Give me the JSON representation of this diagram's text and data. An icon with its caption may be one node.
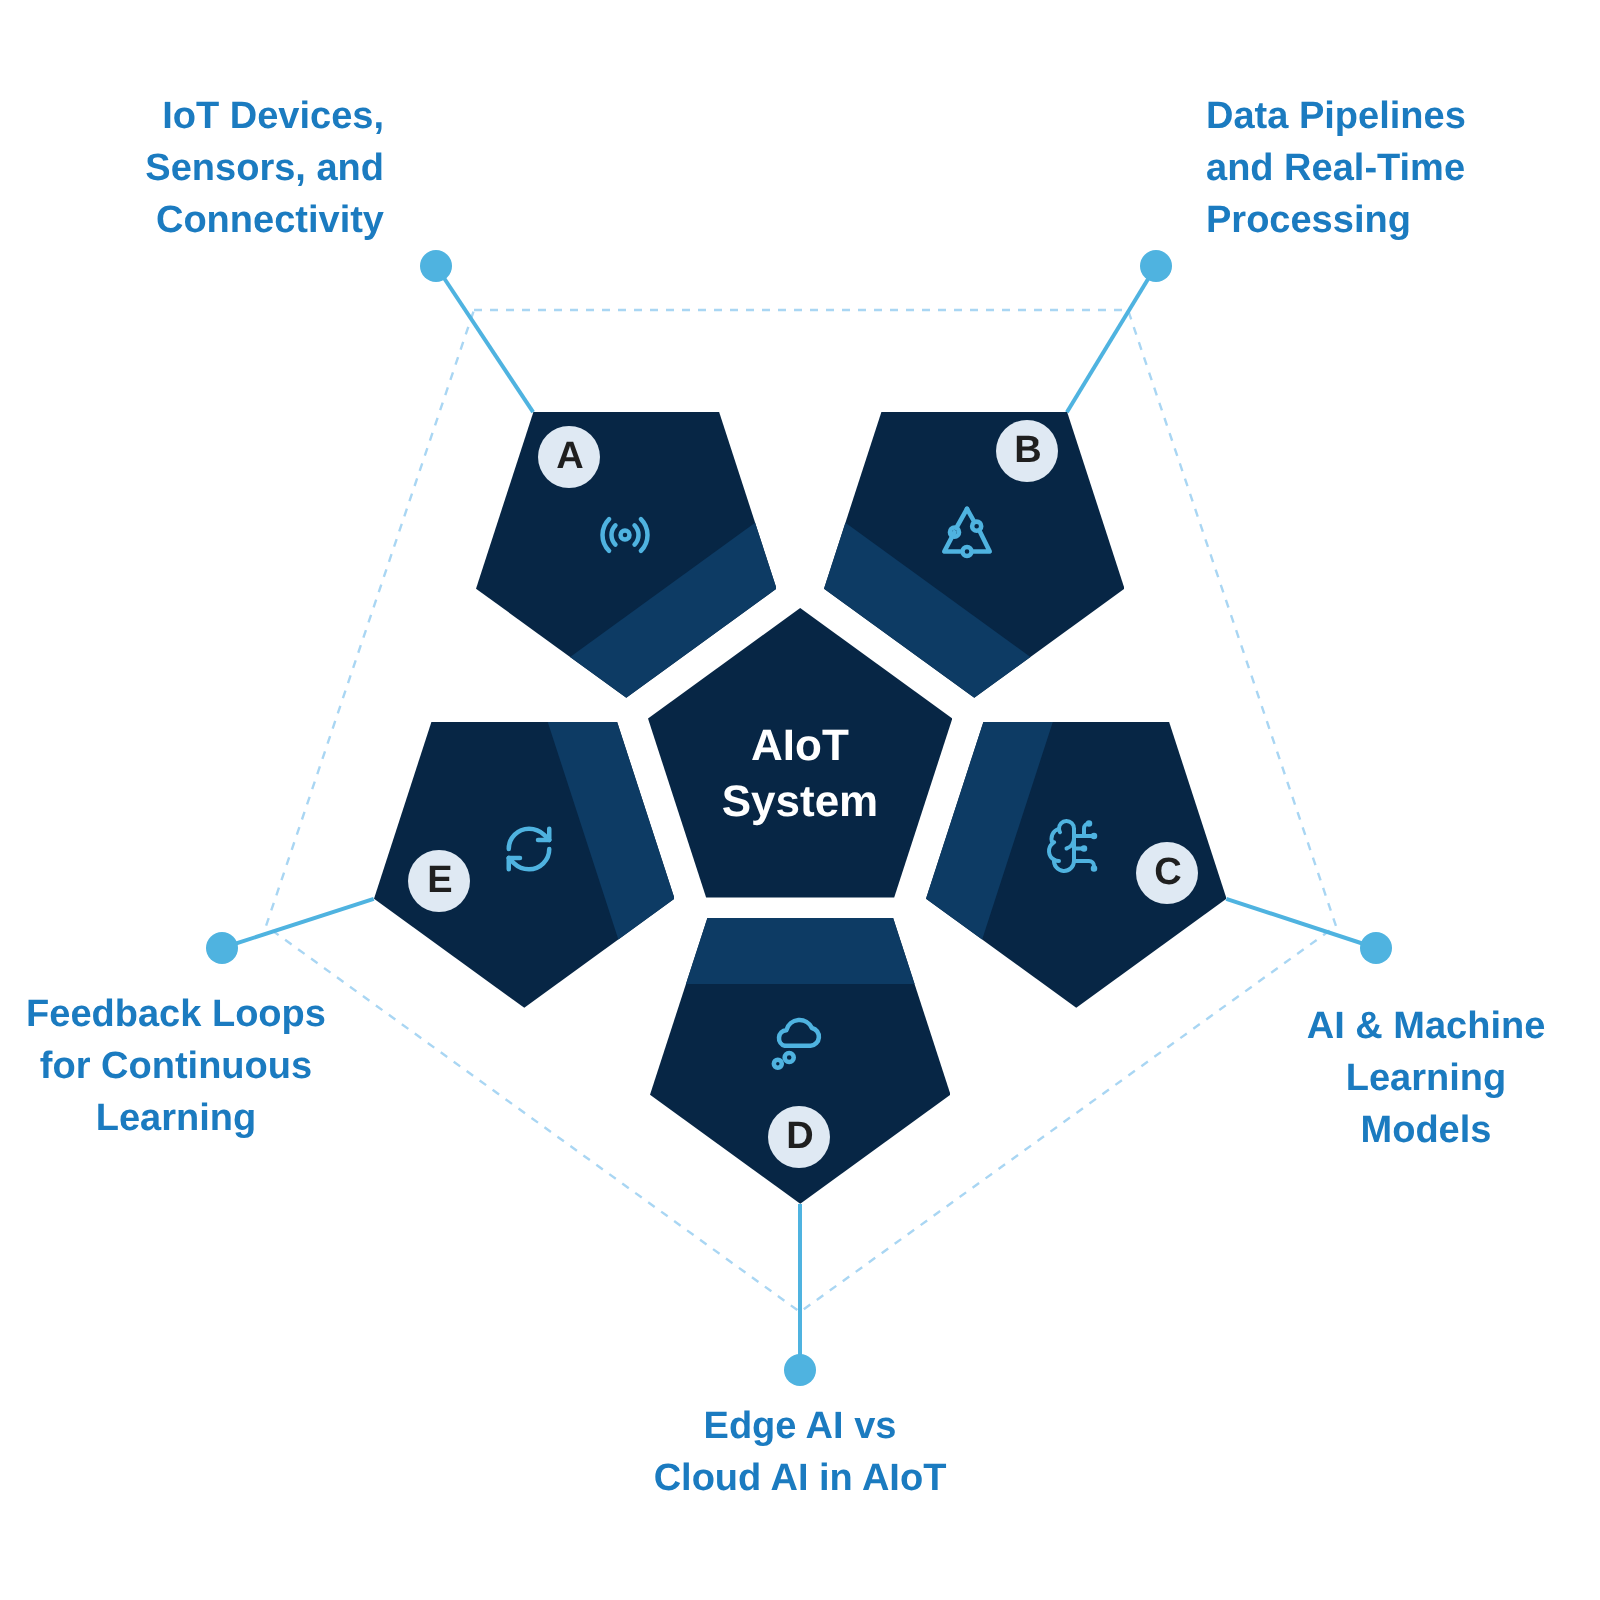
{
  "diagram": {
    "nodes": [
      {
        "text": [
          "AIoT System"
        ]
      },
      {
        "text": [
          "A"
        ]
      },
      {
        "text": [
          "B"
        ]
      },
      {
        "text": [
          "C"
        ]
      },
      {
        "text": [
          "D"
        ]
      },
      {
        "text": [
          "E"
        ]
      },
      {
        "text": [
          "IoT Devices, Sensors, and Connectivity"
        ]
      },
      {
        "text": [
          "Data Pipelines and Real-Time Processing"
        ]
      },
      {
        "text": [
          "AI & Machine Learning Models"
        ]
      },
      {
        "text": [
          "Edge AI vs Cloud AI in AIoT"
        ]
      },
      {
        "text": [
          "Feedback Loops for Continuous Learning"
        ]
      }
    ],
    "edges": [
      {
        "from": 6,
        "to": 1,
        "arrow": "other"
      },
      {
        "from": 7,
        "to": 2,
        "arrow": "other"
      },
      {
        "from": 8,
        "to": 3,
        "arrow": "other"
      },
      {
        "from": 9,
        "to": 4,
        "arrow": "other"
      },
      {
        "from": 10,
        "to": 5,
        "arrow": "other"
      }
    ]
  }
}
